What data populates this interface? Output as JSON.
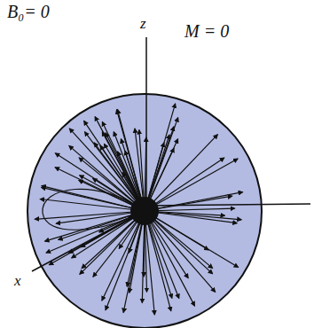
{
  "diagram": {
    "labels": [
      "B₀= 0",
      "M = 0",
      "z",
      "x"
    ]
  }
}
